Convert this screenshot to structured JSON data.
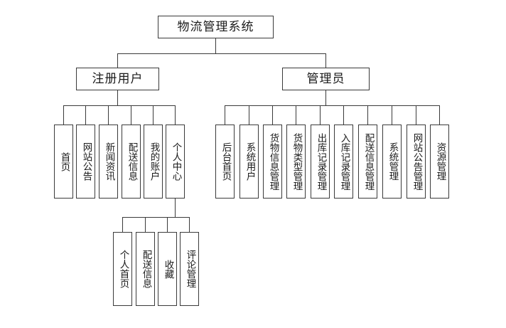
{
  "diagram": {
    "title": "物流管理系统",
    "type": "hierarchy-tree",
    "root": {
      "label": "物流管理系统"
    },
    "branches": [
      {
        "id": "registered-user",
        "label": "注册用户"
      },
      {
        "id": "administrator",
        "label": "管理员"
      }
    ],
    "registered_user_children": [
      {
        "label": "首页"
      },
      {
        "label": "网站公告"
      },
      {
        "label": "新闻资讯"
      },
      {
        "label": "配送信息"
      },
      {
        "label": "我的账户"
      },
      {
        "label": "个人中心"
      }
    ],
    "personal_center_children": [
      {
        "label": "个人首页"
      },
      {
        "label": "配送信息"
      },
      {
        "label": "收藏"
      },
      {
        "label": "评论管理"
      }
    ],
    "administrator_children": [
      {
        "label": "后台首页"
      },
      {
        "label": "系统用户"
      },
      {
        "label": "货物信息管理"
      },
      {
        "label": "货物类型管理"
      },
      {
        "label": "出库记录管理"
      },
      {
        "label": "入库记录管理"
      },
      {
        "label": "配送信息管理"
      },
      {
        "label": "系统管理"
      },
      {
        "label": "网站公告管理"
      },
      {
        "label": "资源管理"
      }
    ]
  },
  "colors": {
    "line": "#3a3a3a",
    "text": "#1b1b1b",
    "background": "#ffffff"
  }
}
